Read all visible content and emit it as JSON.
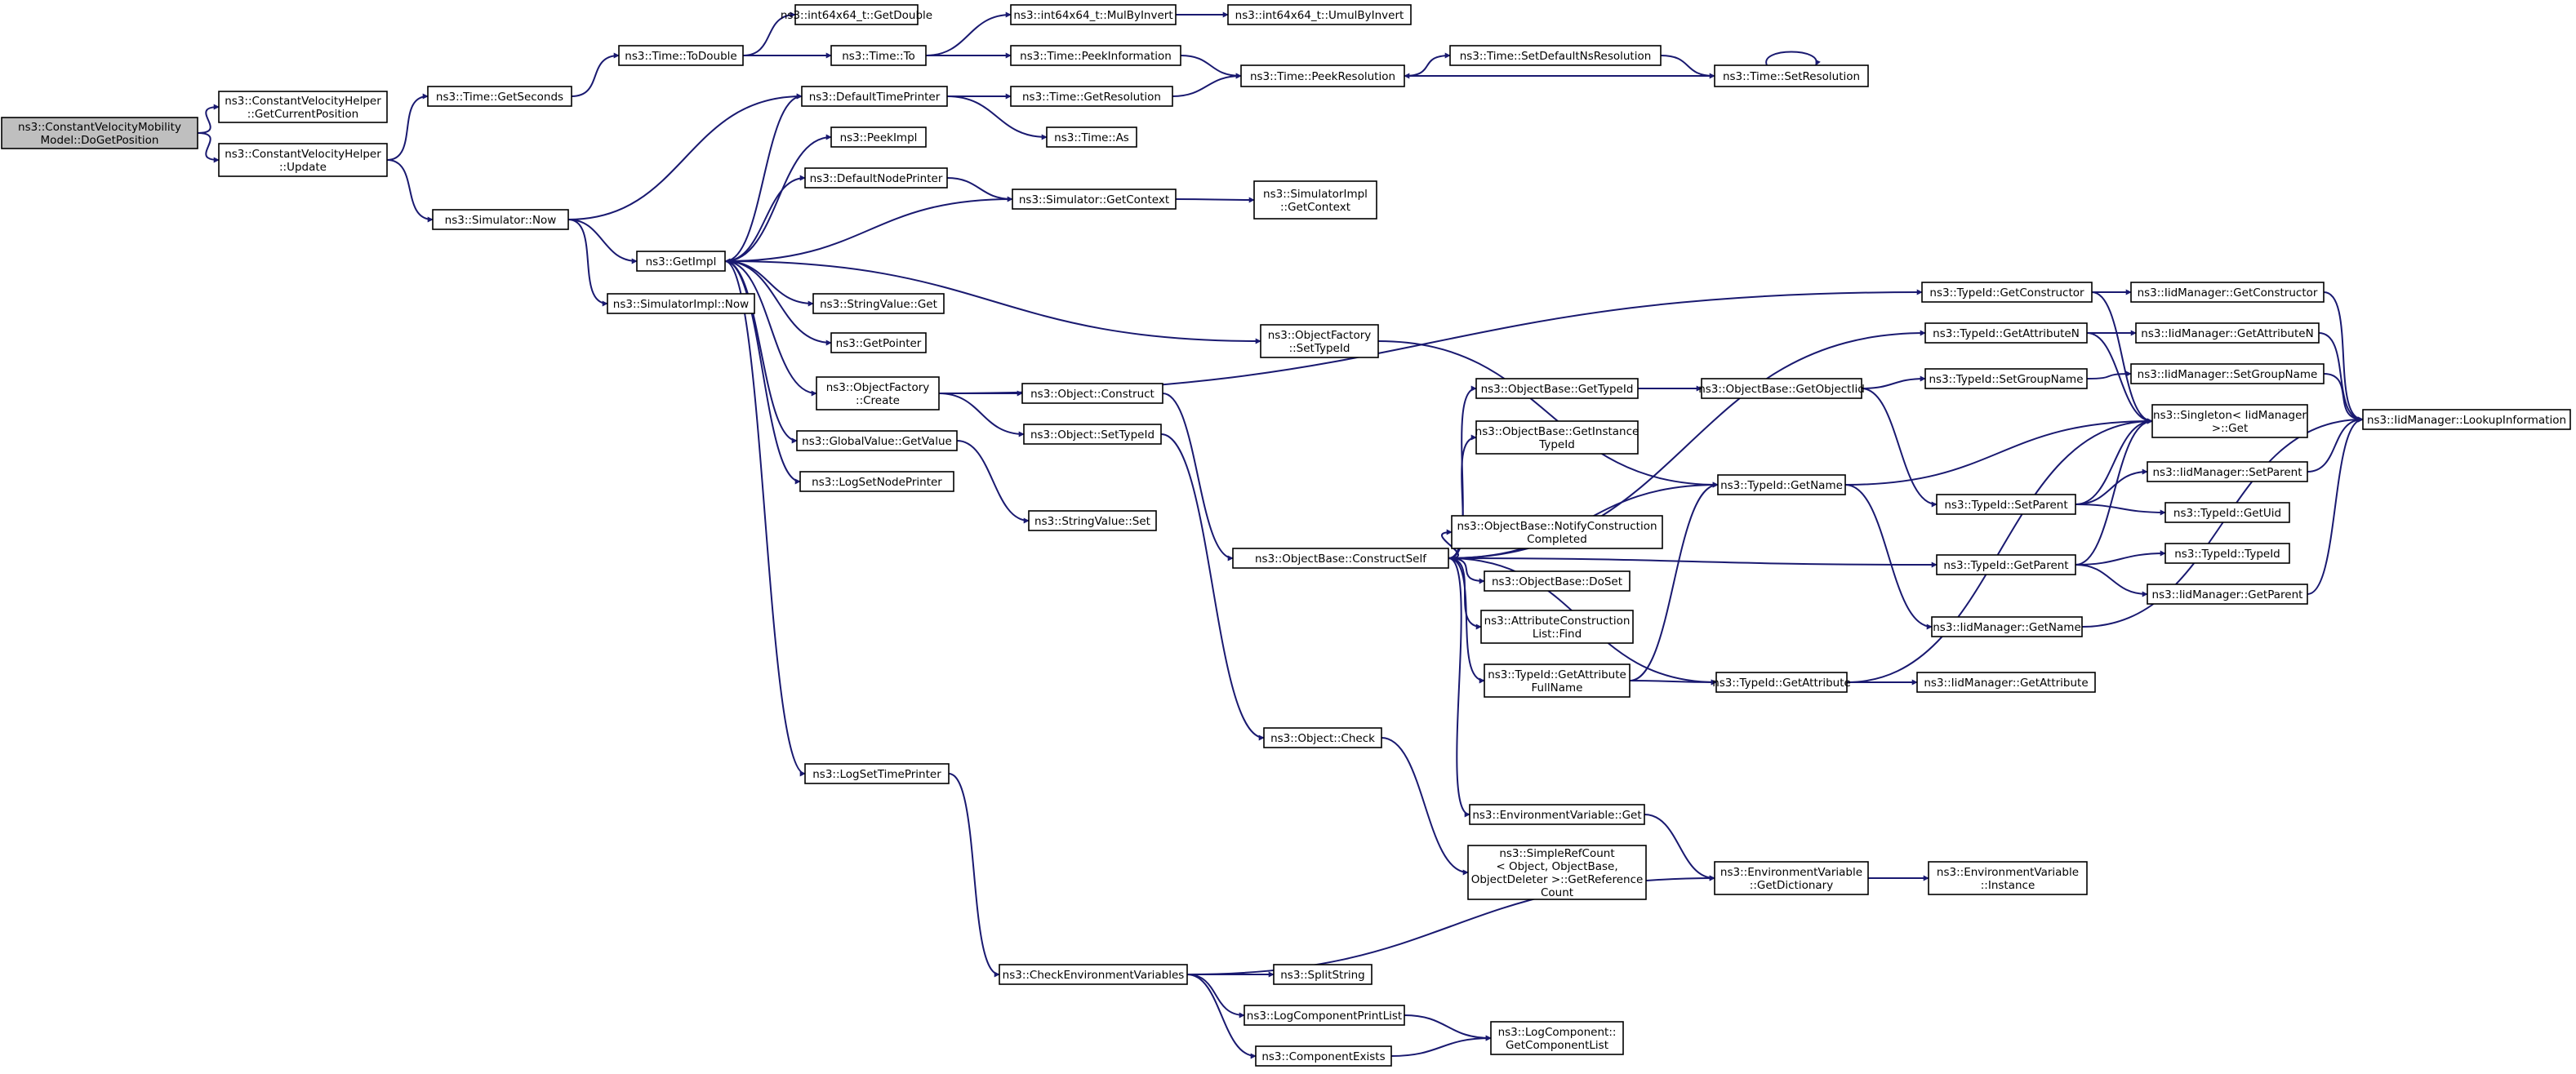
{
  "colors": {
    "edge": "#191970",
    "node_fill": "#ffffff",
    "root_fill": "#bfbfbf",
    "border": "#000000"
  },
  "nodes": [
    {
      "id": "n0",
      "lines": [
        "ns3::ConstantVelocityMobility",
        "Model::DoGetPosition"
      ],
      "root": true
    },
    {
      "id": "n1",
      "lines": [
        "ns3::ConstantVelocityHelper",
        "::GetCurrentPosition"
      ]
    },
    {
      "id": "n2",
      "lines": [
        "ns3::ConstantVelocityHelper",
        "::Update"
      ]
    },
    {
      "id": "n3",
      "lines": [
        "ns3::Time::GetSeconds"
      ]
    },
    {
      "id": "n4",
      "lines": [
        "ns3::Simulator::Now"
      ]
    },
    {
      "id": "n5",
      "lines": [
        "ns3::Time::ToDouble"
      ]
    },
    {
      "id": "n6",
      "lines": [
        "ns3::int64x64_t::GetDouble"
      ]
    },
    {
      "id": "n7",
      "lines": [
        "ns3::Time::To"
      ]
    },
    {
      "id": "n8",
      "lines": [
        "ns3::int64x64_t::MulByInvert"
      ]
    },
    {
      "id": "n9",
      "lines": [
        "ns3::int64x64_t::UmulByInvert"
      ]
    },
    {
      "id": "n10",
      "lines": [
        "ns3::Time::PeekInformation"
      ]
    },
    {
      "id": "n11",
      "lines": [
        "ns3::Time::PeekResolution"
      ]
    },
    {
      "id": "n12",
      "lines": [
        "ns3::Time::SetDefaultNsResolution"
      ]
    },
    {
      "id": "n13",
      "lines": [
        "ns3::Time::SetResolution"
      ]
    },
    {
      "id": "n14",
      "lines": [
        "ns3::DefaultTimePrinter"
      ]
    },
    {
      "id": "n15",
      "lines": [
        "ns3::Time::GetResolution"
      ]
    },
    {
      "id": "n16",
      "lines": [
        "ns3::Time::As"
      ]
    },
    {
      "id": "n17",
      "lines": [
        "ns3::PeekImpl"
      ]
    },
    {
      "id": "n18",
      "lines": [
        "ns3::DefaultNodePrinter"
      ]
    },
    {
      "id": "n19",
      "lines": [
        "ns3::Simulator::GetContext"
      ]
    },
    {
      "id": "n20",
      "lines": [
        "ns3::SimulatorImpl",
        "::GetContext"
      ]
    },
    {
      "id": "n21",
      "lines": [
        "ns3::GetImpl"
      ]
    },
    {
      "id": "n22",
      "lines": [
        "ns3::SimulatorImpl::Now"
      ]
    },
    {
      "id": "n23",
      "lines": [
        "ns3::StringValue::Get"
      ]
    },
    {
      "id": "n24",
      "lines": [
        "ns3::GetPointer"
      ]
    },
    {
      "id": "n25",
      "lines": [
        "ns3::ObjectFactory",
        "::Create"
      ]
    },
    {
      "id": "n26",
      "lines": [
        "ns3::GlobalValue::GetValue"
      ]
    },
    {
      "id": "n27",
      "lines": [
        "ns3::LogSetNodePrinter"
      ]
    },
    {
      "id": "n28",
      "lines": [
        "ns3::LogSetTimePrinter"
      ]
    },
    {
      "id": "n29",
      "lines": [
        "ns3::ObjectFactory",
        "::SetTypeId"
      ]
    },
    {
      "id": "n30",
      "lines": [
        "ns3::Object::Construct"
      ]
    },
    {
      "id": "n31",
      "lines": [
        "ns3::Object::SetTypeId"
      ]
    },
    {
      "id": "n32",
      "lines": [
        "ns3::StringValue::Set"
      ]
    },
    {
      "id": "n33",
      "lines": [
        "ns3::ObjectBase::ConstructSelf"
      ]
    },
    {
      "id": "n34",
      "lines": [
        "ns3::Object::Check"
      ]
    },
    {
      "id": "n35",
      "lines": [
        "ns3::CheckEnvironmentVariables"
      ]
    },
    {
      "id": "n36",
      "lines": [
        "ns3::ObjectBase::GetTypeId"
      ]
    },
    {
      "id": "n37",
      "lines": [
        "ns3::ObjectBase::GetInstance",
        "TypeId"
      ]
    },
    {
      "id": "n38",
      "lines": [
        "ns3::ObjectBase::NotifyConstruction",
        "Completed"
      ]
    },
    {
      "id": "n39",
      "lines": [
        "ns3::ObjectBase::DoSet"
      ]
    },
    {
      "id": "n40",
      "lines": [
        "ns3::AttributeConstruction",
        "List::Find"
      ]
    },
    {
      "id": "n41",
      "lines": [
        "ns3::TypeId::GetAttribute",
        "FullName"
      ]
    },
    {
      "id": "n42",
      "lines": [
        "ns3::EnvironmentVariable::Get"
      ]
    },
    {
      "id": "n43",
      "lines": [
        "ns3::SimpleRefCount",
        "< Object, ObjectBase,",
        "ObjectDeleter >::GetReference",
        "Count"
      ]
    },
    {
      "id": "n44",
      "lines": [
        "ns3::SplitString"
      ]
    },
    {
      "id": "n45",
      "lines": [
        "ns3::LogComponentPrintList"
      ]
    },
    {
      "id": "n46",
      "lines": [
        "ns3::ComponentExists"
      ]
    },
    {
      "id": "n47",
      "lines": [
        "ns3::LogComponent::",
        "GetComponentList"
      ]
    },
    {
      "id": "n48",
      "lines": [
        "ns3::ObjectBase::GetObjectIid"
      ]
    },
    {
      "id": "n49",
      "lines": [
        "ns3::TypeId::GetName"
      ]
    },
    {
      "id": "n50",
      "lines": [
        "ns3::TypeId::GetAttribute"
      ]
    },
    {
      "id": "n51",
      "lines": [
        "ns3::EnvironmentVariable",
        "::GetDictionary"
      ]
    },
    {
      "id": "n52",
      "lines": [
        "ns3::TypeId::GetConstructor"
      ]
    },
    {
      "id": "n53",
      "lines": [
        "ns3::TypeId::GetAttributeN"
      ]
    },
    {
      "id": "n54",
      "lines": [
        "ns3::TypeId::SetGroupName"
      ]
    },
    {
      "id": "n55",
      "lines": [
        "ns3::TypeId::SetParent"
      ]
    },
    {
      "id": "n56",
      "lines": [
        "ns3::TypeId::GetParent"
      ]
    },
    {
      "id": "n57",
      "lines": [
        "ns3::IidManager::GetName"
      ]
    },
    {
      "id": "n58",
      "lines": [
        "ns3::IidManager::GetAttribute"
      ]
    },
    {
      "id": "n59",
      "lines": [
        "ns3::EnvironmentVariable",
        "::Instance"
      ]
    },
    {
      "id": "n60",
      "lines": [
        "ns3::IidManager::GetConstructor"
      ]
    },
    {
      "id": "n61",
      "lines": [
        "ns3::IidManager::GetAttributeN"
      ]
    },
    {
      "id": "n62",
      "lines": [
        "ns3::IidManager::SetGroupName"
      ]
    },
    {
      "id": "n63",
      "lines": [
        "ns3::Singleton< IidManager",
        ">::Get"
      ]
    },
    {
      "id": "n64",
      "lines": [
        "ns3::IidManager::SetParent"
      ]
    },
    {
      "id": "n65",
      "lines": [
        "ns3::TypeId::GetUid"
      ]
    },
    {
      "id": "n66",
      "lines": [
        "ns3::TypeId::TypeId"
      ]
    },
    {
      "id": "n67",
      "lines": [
        "ns3::IidManager::GetParent"
      ]
    },
    {
      "id": "n68",
      "lines": [
        "ns3::IidManager::LookupInformation"
      ]
    }
  ],
  "edges": [
    [
      "n0",
      "n1"
    ],
    [
      "n0",
      "n2"
    ],
    [
      "n2",
      "n3"
    ],
    [
      "n2",
      "n4"
    ],
    [
      "n3",
      "n5"
    ],
    [
      "n5",
      "n6"
    ],
    [
      "n5",
      "n7"
    ],
    [
      "n7",
      "n8"
    ],
    [
      "n7",
      "n10"
    ],
    [
      "n8",
      "n9"
    ],
    [
      "n10",
      "n11"
    ],
    [
      "n11",
      "n12"
    ],
    [
      "n12",
      "n13"
    ],
    [
      "n13",
      "n11"
    ],
    [
      "n13",
      "n13"
    ],
    [
      "n4",
      "n14"
    ],
    [
      "n4",
      "n21"
    ],
    [
      "n4",
      "n22"
    ],
    [
      "n14",
      "n15"
    ],
    [
      "n14",
      "n16"
    ],
    [
      "n15",
      "n11"
    ],
    [
      "n21",
      "n14"
    ],
    [
      "n21",
      "n17"
    ],
    [
      "n21",
      "n18"
    ],
    [
      "n21",
      "n23"
    ],
    [
      "n21",
      "n24"
    ],
    [
      "n21",
      "n25"
    ],
    [
      "n21",
      "n26"
    ],
    [
      "n21",
      "n27"
    ],
    [
      "n21",
      "n28"
    ],
    [
      "n21",
      "n29"
    ],
    [
      "n18",
      "n19"
    ],
    [
      "n19",
      "n20"
    ],
    [
      "n19",
      "n21"
    ],
    [
      "n25",
      "n52"
    ],
    [
      "n25",
      "n30"
    ],
    [
      "n25",
      "n31"
    ],
    [
      "n26",
      "n32"
    ],
    [
      "n29",
      "n49"
    ],
    [
      "n30",
      "n33"
    ],
    [
      "n31",
      "n34"
    ],
    [
      "n33",
      "n53"
    ],
    [
      "n33",
      "n36"
    ],
    [
      "n33",
      "n37"
    ],
    [
      "n33",
      "n49"
    ],
    [
      "n33",
      "n38"
    ],
    [
      "n33",
      "n39"
    ],
    [
      "n33",
      "n40"
    ],
    [
      "n33",
      "n41"
    ],
    [
      "n33",
      "n50"
    ],
    [
      "n33",
      "n56"
    ],
    [
      "n33",
      "n42"
    ],
    [
      "n34",
      "n43"
    ],
    [
      "n28",
      "n35"
    ],
    [
      "n35",
      "n51"
    ],
    [
      "n35",
      "n44"
    ],
    [
      "n35",
      "n45"
    ],
    [
      "n35",
      "n46"
    ],
    [
      "n45",
      "n47"
    ],
    [
      "n46",
      "n47"
    ],
    [
      "n36",
      "n48"
    ],
    [
      "n48",
      "n54"
    ],
    [
      "n48",
      "n55"
    ],
    [
      "n41",
      "n49"
    ],
    [
      "n41",
      "n50"
    ],
    [
      "n42",
      "n51"
    ],
    [
      "n51",
      "n59"
    ],
    [
      "n49",
      "n63"
    ],
    [
      "n49",
      "n57"
    ],
    [
      "n50",
      "n63"
    ],
    [
      "n50",
      "n58"
    ],
    [
      "n52",
      "n60"
    ],
    [
      "n52",
      "n63"
    ],
    [
      "n53",
      "n61"
    ],
    [
      "n53",
      "n63"
    ],
    [
      "n54",
      "n62"
    ],
    [
      "n55",
      "n63"
    ],
    [
      "n55",
      "n64"
    ],
    [
      "n55",
      "n65"
    ],
    [
      "n56",
      "n63"
    ],
    [
      "n56",
      "n66"
    ],
    [
      "n56",
      "n67"
    ],
    [
      "n57",
      "n68"
    ],
    [
      "n60",
      "n68"
    ],
    [
      "n61",
      "n68"
    ],
    [
      "n62",
      "n68"
    ],
    [
      "n64",
      "n68"
    ],
    [
      "n67",
      "n68"
    ]
  ]
}
